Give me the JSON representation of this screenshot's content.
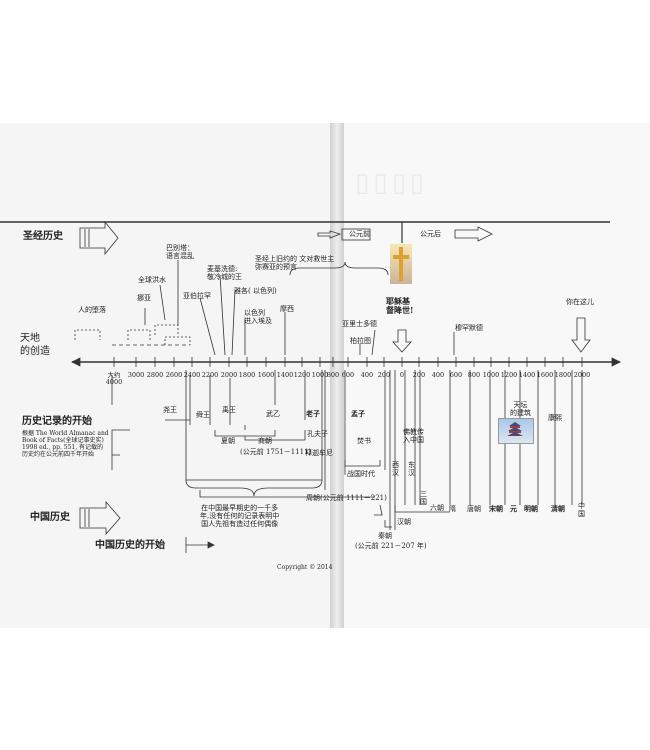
{
  "labels": {
    "bible_history": "圣经历史",
    "bc": "公元前",
    "ad": "公元后",
    "creation_line1": "天地",
    "creation_line2": "的创造",
    "fall": "人的堕落",
    "flood": "挪亚",
    "global_flood": "全球洪水",
    "babel": "巴别塔：\n语言混乱",
    "abraham": "亚伯拉罕",
    "moses_exodus": "麦基洗德:\n敬冷城的王",
    "moses": "雅各( 以色列)",
    "israel_egypt": "以色列\n进入埃及",
    "bible_return": "圣经上旧约的 文对救世主\n弥赛亚的预言",
    "moses2": "摩西",
    "aristotle": "亚里士多德",
    "plato": "柏拉图",
    "jesus": "耶稣基\n督降世!",
    "muhammad": "穆罕默德",
    "you_here": "你在这儿",
    "record_title": "历史记录的开始",
    "record_note": "根据 The World Almanac and\nBook of Facts(全球记事史实)\n1998 ed., pp. 551, 有记载的\n历史约在公元前四千年开始",
    "yao": "尧王",
    "shun": "舜王",
    "yu": "禹王",
    "xia": "夏朝",
    "shang": "商朝",
    "shang_years": "(公元前 1751－1111)",
    "wu_yi": "武乙",
    "laozi": "老子",
    "confucius": "孔夫子",
    "buddha": "释迦牟尼",
    "mencius": "孟子",
    "burning": "焚书",
    "warring": "战国时代",
    "zhou": "周朝(公元前 1111－221)",
    "buddhism": "佛教传\n入中国",
    "west_han": "西\n汉",
    "east_han": "东\n汉",
    "three_kingdoms": "三\n国",
    "han": "汉朝",
    "qin": "秦朝",
    "qin_years": "(公元前 221－207 年)",
    "six_dynasties": "六朝",
    "sui": "隋",
    "tang": "唐朝",
    "song": "宋朝",
    "yuan": "元",
    "ming": "明朝",
    "qing": "清朝",
    "roc": "中\n国",
    "temple": "天坛\n的建筑",
    "kangxi": "康熙",
    "china_history": "中国历史",
    "china_begin": "中国历史的开始",
    "earliest_note": "在中国最早期史的一千多\n年,没有任何的记录表明中\n国人先祖有造过任何偶像",
    "copyright": "Copyright © 2014"
  },
  "ticks": {
    "bc": [
      {
        "label": "大约\n4000",
        "value": 4000
      },
      {
        "label": "3000",
        "value": 3000
      },
      {
        "label": "2800",
        "value": 2800
      },
      {
        "label": "2600",
        "value": 2600
      },
      {
        "label": "2400",
        "value": 2400
      },
      {
        "label": "2200",
        "value": 2200
      },
      {
        "label": "2000",
        "value": 2000
      },
      {
        "label": "1800",
        "value": 1800
      },
      {
        "label": "1600",
        "value": 1600
      },
      {
        "label": "1400",
        "value": 1400
      },
      {
        "label": "1200",
        "value": 1200
      },
      {
        "label": "1000",
        "value": 1000
      },
      {
        "label": "800",
        "value": 800
      },
      {
        "label": "600",
        "value": 600
      },
      {
        "label": "400",
        "value": 400
      },
      {
        "label": "200",
        "value": 200
      }
    ],
    "ad": [
      {
        "label": "0",
        "value": 0
      },
      {
        "label": "200",
        "value": 200
      },
      {
        "label": "400",
        "value": 400
      },
      {
        "label": "600",
        "value": 600
      },
      {
        "label": "800",
        "value": 800
      },
      {
        "label": "1000",
        "value": 1000
      },
      {
        "label": "1200",
        "value": 1200
      },
      {
        "label": "1400",
        "value": 1400
      },
      {
        "label": "1600",
        "value": 1600
      },
      {
        "label": "1800",
        "value": 1800
      },
      {
        "label": "2000",
        "value": 2000
      }
    ]
  }
}
